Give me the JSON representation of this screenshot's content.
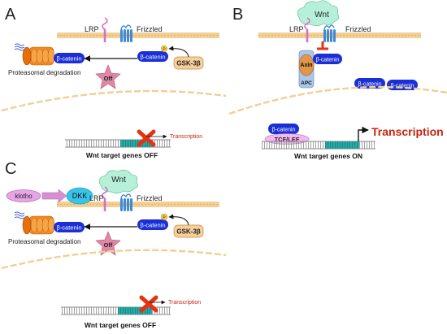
{
  "panels": {
    "a": {
      "letter": "A",
      "lrp": "LRP",
      "frizzled": "Frizzled",
      "beta_catenin_bound": "β-catenin",
      "beta_catenin": "β-catenin",
      "gsk": "GSK-3β",
      "phospho": "P",
      "proteasomal": "Proteasomal degradation",
      "off": "Off",
      "transcription": "Transcription",
      "genes": "Wnt target genes OFF"
    },
    "b": {
      "letter": "B",
      "wnt": "Wnt",
      "lrp": "LRP",
      "frizzled": "Frizzled",
      "axin": "Axin",
      "apc": "APC",
      "beta_catenin_complex": "β-catenin",
      "beta_catenin_1": "β-catenin",
      "beta_catenin_2": "β-catenin",
      "beta_catenin_nuc": "β-catenin",
      "tcf": "TCF/LEF",
      "transcription": "Transcription",
      "genes": "Wnt target genes ON"
    },
    "c": {
      "letter": "C",
      "klotho": "klotho",
      "dkk": "DKK",
      "wnt": "Wnt",
      "lrp": "LRP",
      "frizzled": "Frizzled",
      "beta_catenin_bound": "β-catenin",
      "beta_catenin": "β-catenin",
      "gsk": "GSK-3β",
      "phospho": "P",
      "proteasomal": "Proteasomal degradation",
      "off": "Off",
      "transcription": "Transcription",
      "genes": "Wnt target genes OFF"
    }
  },
  "colors": {
    "membrane": "#f2cf93",
    "beta_catenin": "#1a2fd6",
    "gsk": "#f7cf9a",
    "frizzled": "#3d8ad8",
    "lrp": "#d66fc7",
    "wnt": "#b7f0d9",
    "star": "#e086a6",
    "dna_teal": "#2aa6a3",
    "cross": "#e53212",
    "transcription_red": "#c8260e",
    "proteasome": "#f58c1e",
    "klotho": "#e7a4e6",
    "dkk": "#37c4e8",
    "axin": "#e3954a",
    "apc": "#a9c7e8",
    "tcf": "#f2b9f0"
  },
  "icons": [
    "proteasome-icon",
    "ubiquitin-icon",
    "off-star-icon",
    "cross-icon",
    "dna-icon",
    "arrow-icon",
    "inhibit-arrow-icon",
    "frizzled-receptor-icon",
    "lrp-receptor-icon"
  ]
}
